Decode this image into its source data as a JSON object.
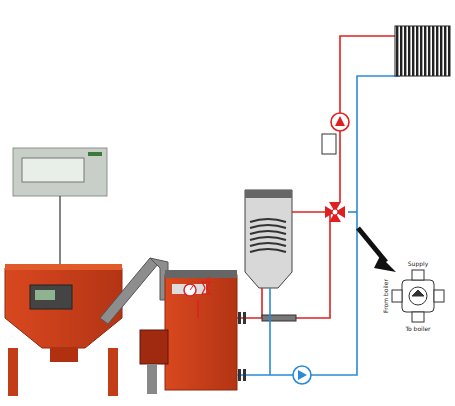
{
  "diagram": {
    "labels": [
      "Supply",
      "From boiler",
      "To boiler"
    ]
  }
}
